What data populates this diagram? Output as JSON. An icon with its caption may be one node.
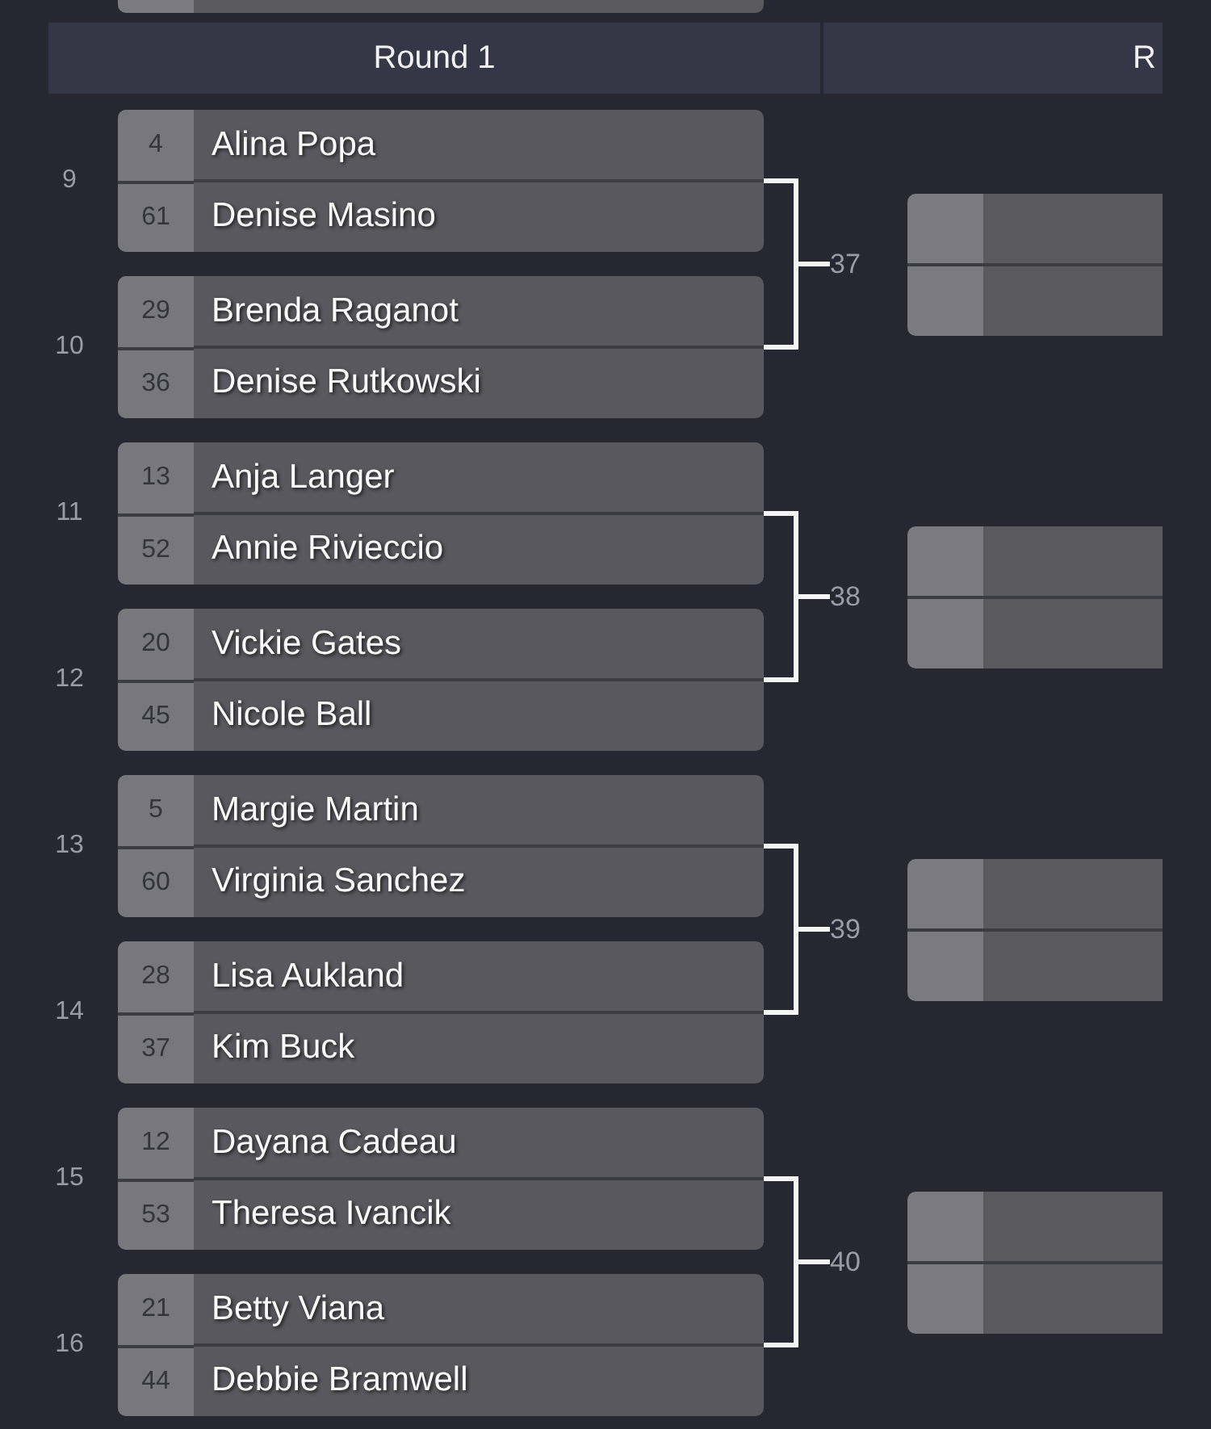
{
  "diagram": {
    "nodes": [
      {
        "text": [],
        "shape": "box"
      },
      {
        "text": [
          "Round 1"
        ]
      },
      {
        "text": [
          "R"
        ]
      },
      {
        "text": [
          "4",
          "Alina Popa",
          "61",
          "Denise Masino"
        ],
        "beside": [
          "9"
        ]
      },
      {
        "text": [
          "29",
          "Brenda Raganot",
          "36",
          "Denise Rutkowski"
        ],
        "beside": [
          "10"
        ]
      },
      {
        "text": [
          "37"
        ]
      },
      {
        "text": [],
        "shape": "box"
      },
      {
        "text": [
          "13",
          "Anja Langer",
          "52",
          "Annie Rivieccio"
        ],
        "beside": [
          "11"
        ]
      },
      {
        "text": [
          "20",
          "Vickie Gates",
          "45",
          "Nicole Ball"
        ],
        "beside": [
          "12"
        ]
      },
      {
        "text": [
          "38"
        ]
      },
      {
        "text": [],
        "shape": "box"
      },
      {
        "text": [
          "5",
          "Margie Martin",
          "60",
          "Virginia Sanchez"
        ],
        "beside": [
          "13"
        ]
      },
      {
        "text": [
          "28",
          "Lisa Aukland",
          "37",
          "Kim Buck"
        ],
        "beside": [
          "14"
        ]
      },
      {
        "text": [
          "39"
        ]
      },
      {
        "text": [],
        "shape": "box"
      },
      {
        "text": [
          "12",
          "Dayana Cadeau",
          "53",
          "Theresa Ivancik"
        ],
        "beside": [
          "15"
        ]
      },
      {
        "text": [
          "21",
          "Betty Viana",
          "44",
          "Debbie Bramwell"
        ],
        "beside": [
          "16"
        ]
      },
      {
        "text": [
          "40"
        ]
      },
      {
        "text": [],
        "shape": "box"
      }
    ],
    "edges": [
      {
        "from": 3,
        "to": 5,
        "arrow": "none"
      },
      {
        "from": 4,
        "to": 5,
        "arrow": "none"
      },
      {
        "from": 7,
        "to": 9,
        "arrow": "none"
      },
      {
        "from": 8,
        "to": 9,
        "arrow": "none"
      },
      {
        "from": 11,
        "to": 13,
        "arrow": "none"
      },
      {
        "from": 12,
        "to": 13,
        "arrow": "none"
      },
      {
        "from": 15,
        "to": 17,
        "arrow": "none"
      },
      {
        "from": 16,
        "to": 17,
        "arrow": "none"
      }
    ]
  }
}
